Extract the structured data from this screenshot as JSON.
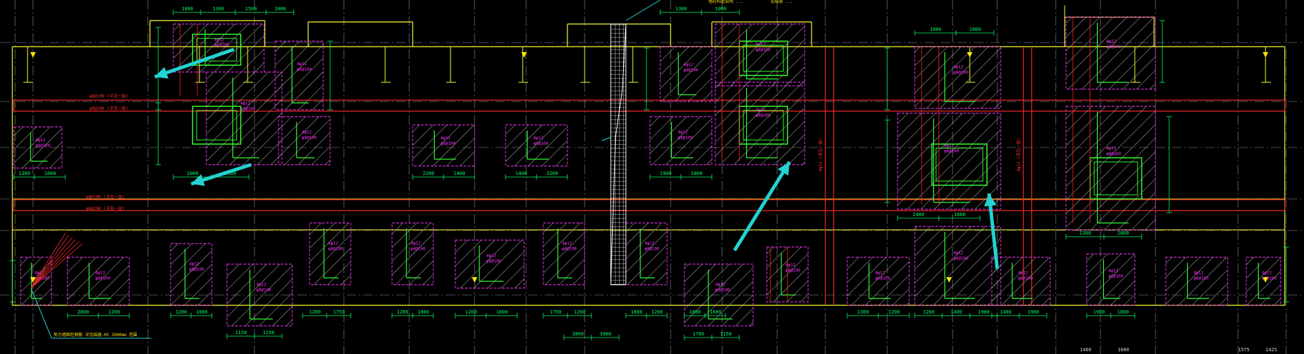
{
  "drawing": {
    "background": "#000000",
    "colors": {
      "wall": "#ffff33",
      "dimension": "#00ff66",
      "rebar_label": "#ff33ff",
      "beam": "#ff2a2a",
      "arrow": "#22d3d3",
      "grid": "#9a9a9a",
      "mesh": "#ffffff"
    },
    "top_notes": [
      "墙柱构造说明 ...",
      "见结施 ..."
    ],
    "top_dims": [
      "1000",
      "1300",
      "1500",
      "1000",
      "1300",
      "1000",
      "1000",
      "1000",
      "1000"
    ],
    "upper_dims": [
      "1300",
      "1600",
      "1000",
      "1300",
      "2200",
      "1400",
      "2200",
      "1900",
      "1800",
      "2400",
      "1600",
      "1300",
      "2800"
    ],
    "lower_dims": [
      "2800",
      "1200",
      "1200",
      "1000",
      "1200",
      "1750",
      "1200",
      "1000",
      "1200",
      "1000",
      "1750",
      "1200",
      "1800",
      "1200",
      "1000",
      "1600",
      "1300",
      "1200",
      "1200",
      "1400",
      "1900",
      "1800"
    ],
    "bottom_dims": [
      "1150",
      "1150",
      "3800",
      "3900",
      "1700",
      "1150",
      "1400",
      "1600",
      "1575",
      "1425"
    ],
    "beam_labels": {
      "beam1_a": "φ8@100  (详见一层)",
      "beam1_b": "φ8@200  (详见一层)",
      "beam2_a": "φ8@100  (详见一层)",
      "beam2_b": "φ8@200  (详见一层)",
      "beam_v1": "4φ12 (详见一层)",
      "beam_v2": "4φ12 (详见一层)"
    },
    "column_labels": [
      "4φ12",
      "φ8@100"
    ],
    "callout_note": "剪力墙暗柱钢筋 详见结施-05 3900mm 范围",
    "scale_marks": [
      "1400",
      "1600",
      "1575",
      "1425"
    ]
  }
}
